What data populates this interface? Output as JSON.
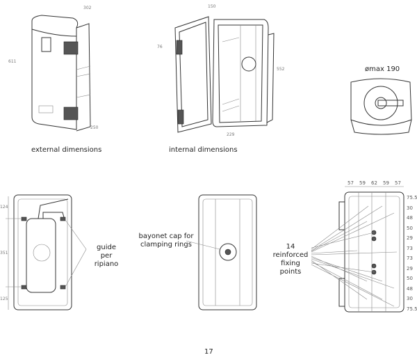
{
  "external": {
    "caption": "external dimensions",
    "width": "302",
    "height": "611",
    "depth": "250"
  },
  "internal": {
    "caption": "internal dimensions",
    "width": "150",
    "door_depth": "76",
    "height": "552",
    "depth": "229"
  },
  "diameter": {
    "label": "ømax 190"
  },
  "guide": {
    "label_line1": "guide",
    "label_line2": "per ripiano",
    "dims": [
      "124",
      "351",
      "125"
    ]
  },
  "bayonet": {
    "label_line1": "bayonet cap for",
    "label_line2": "clamping rings"
  },
  "fixing": {
    "label_line1": "14",
    "label_line2": "reinforced",
    "label_line3": "fixing points",
    "top_dims": [
      "57",
      "59",
      "62",
      "59",
      "57"
    ],
    "side_dims": [
      "75.5",
      "30",
      "48",
      "50",
      "29",
      "73",
      "73",
      "29",
      "50",
      "48",
      "30",
      "75.5"
    ]
  },
  "page_number": "17"
}
